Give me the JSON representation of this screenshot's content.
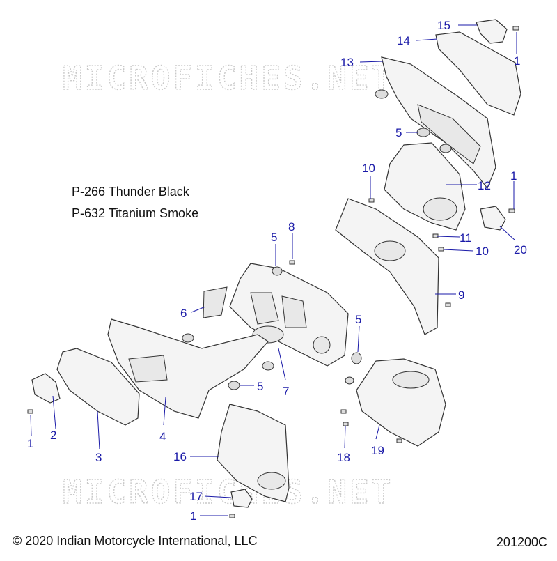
{
  "notes": [
    "P-266 Thunder Black",
    "P-632 Titanium Smoke"
  ],
  "watermark": "MICROFICHES.NET",
  "copyright": "© 2020 Indian Motorcycle International, LLC",
  "diagram_code": "201200C",
  "callouts": {
    "c1a": "1",
    "c1b": "1",
    "c1c": "1",
    "c1d": "1",
    "c2": "2",
    "c3": "3",
    "c4": "4",
    "c5a": "5",
    "c5b": "5",
    "c5c": "5",
    "c5d": "5",
    "c6": "6",
    "c7": "7",
    "c8": "8",
    "c9": "9",
    "c10a": "10",
    "c10b": "10",
    "c11": "11",
    "c12": "12",
    "c13": "13",
    "c14": "14",
    "c15": "15",
    "c16": "16",
    "c17": "17",
    "c18": "18",
    "c19": "19",
    "c20": "20"
  }
}
